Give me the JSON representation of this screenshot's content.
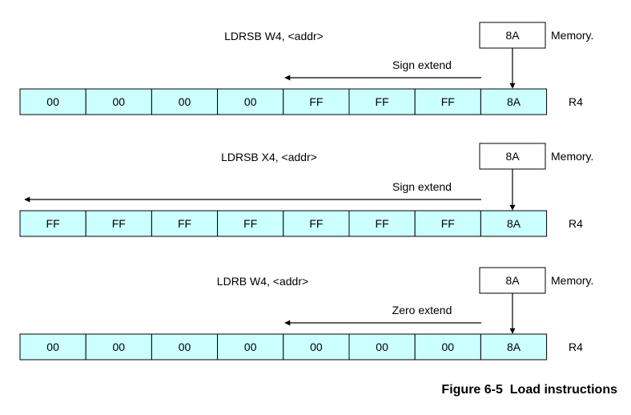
{
  "colors": {
    "register_fill": "#ccffff",
    "stroke": "#000000"
  },
  "memory_label": "Memory.",
  "register_label": "R4",
  "panels": [
    {
      "instruction": "LDRSB W4, <addr>",
      "memory_value": "8A",
      "extend_label": "Sign extend",
      "bytes": [
        "00",
        "00",
        "00",
        "00",
        "FF",
        "FF",
        "FF",
        "8A"
      ]
    },
    {
      "instruction": "LDRSB X4, <addr>",
      "memory_value": "8A",
      "extend_label": "Sign extend",
      "bytes": [
        "FF",
        "FF",
        "FF",
        "FF",
        "FF",
        "FF",
        "FF",
        "8A"
      ]
    },
    {
      "instruction": "LDRB W4, <addr>",
      "memory_value": "8A",
      "extend_label": "Zero extend",
      "bytes": [
        "00",
        "00",
        "00",
        "00",
        "00",
        "00",
        "00",
        "8A"
      ]
    }
  ],
  "caption": "Figure 6-5  Load instructions"
}
